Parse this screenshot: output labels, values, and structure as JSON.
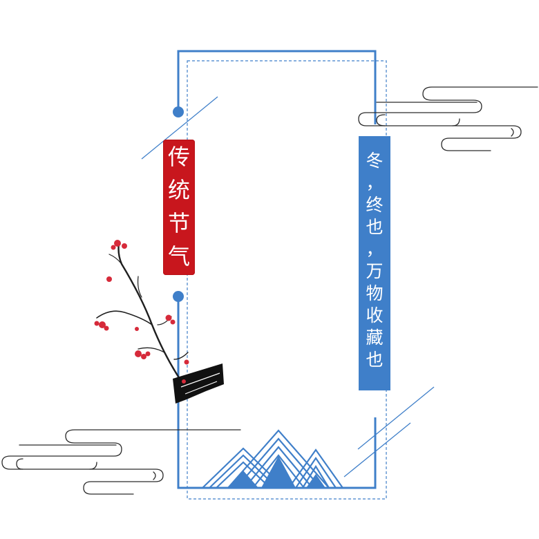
{
  "colors": {
    "frame_blue": "#3f7fc9",
    "stamp_red": "#c8161d",
    "ink": "#2a2a2a",
    "blossom": "#d62a3a"
  },
  "title_stamp": {
    "chars": [
      "传",
      "统",
      "节",
      "气"
    ]
  },
  "side_banner": {
    "chars": [
      "冬",
      "，",
      "终",
      "也",
      "，",
      "万",
      "物",
      "收",
      "藏",
      "也"
    ]
  },
  "icons": [
    "cloud-motif-icon",
    "plum-blossom-icon",
    "mountain-motif-icon"
  ]
}
